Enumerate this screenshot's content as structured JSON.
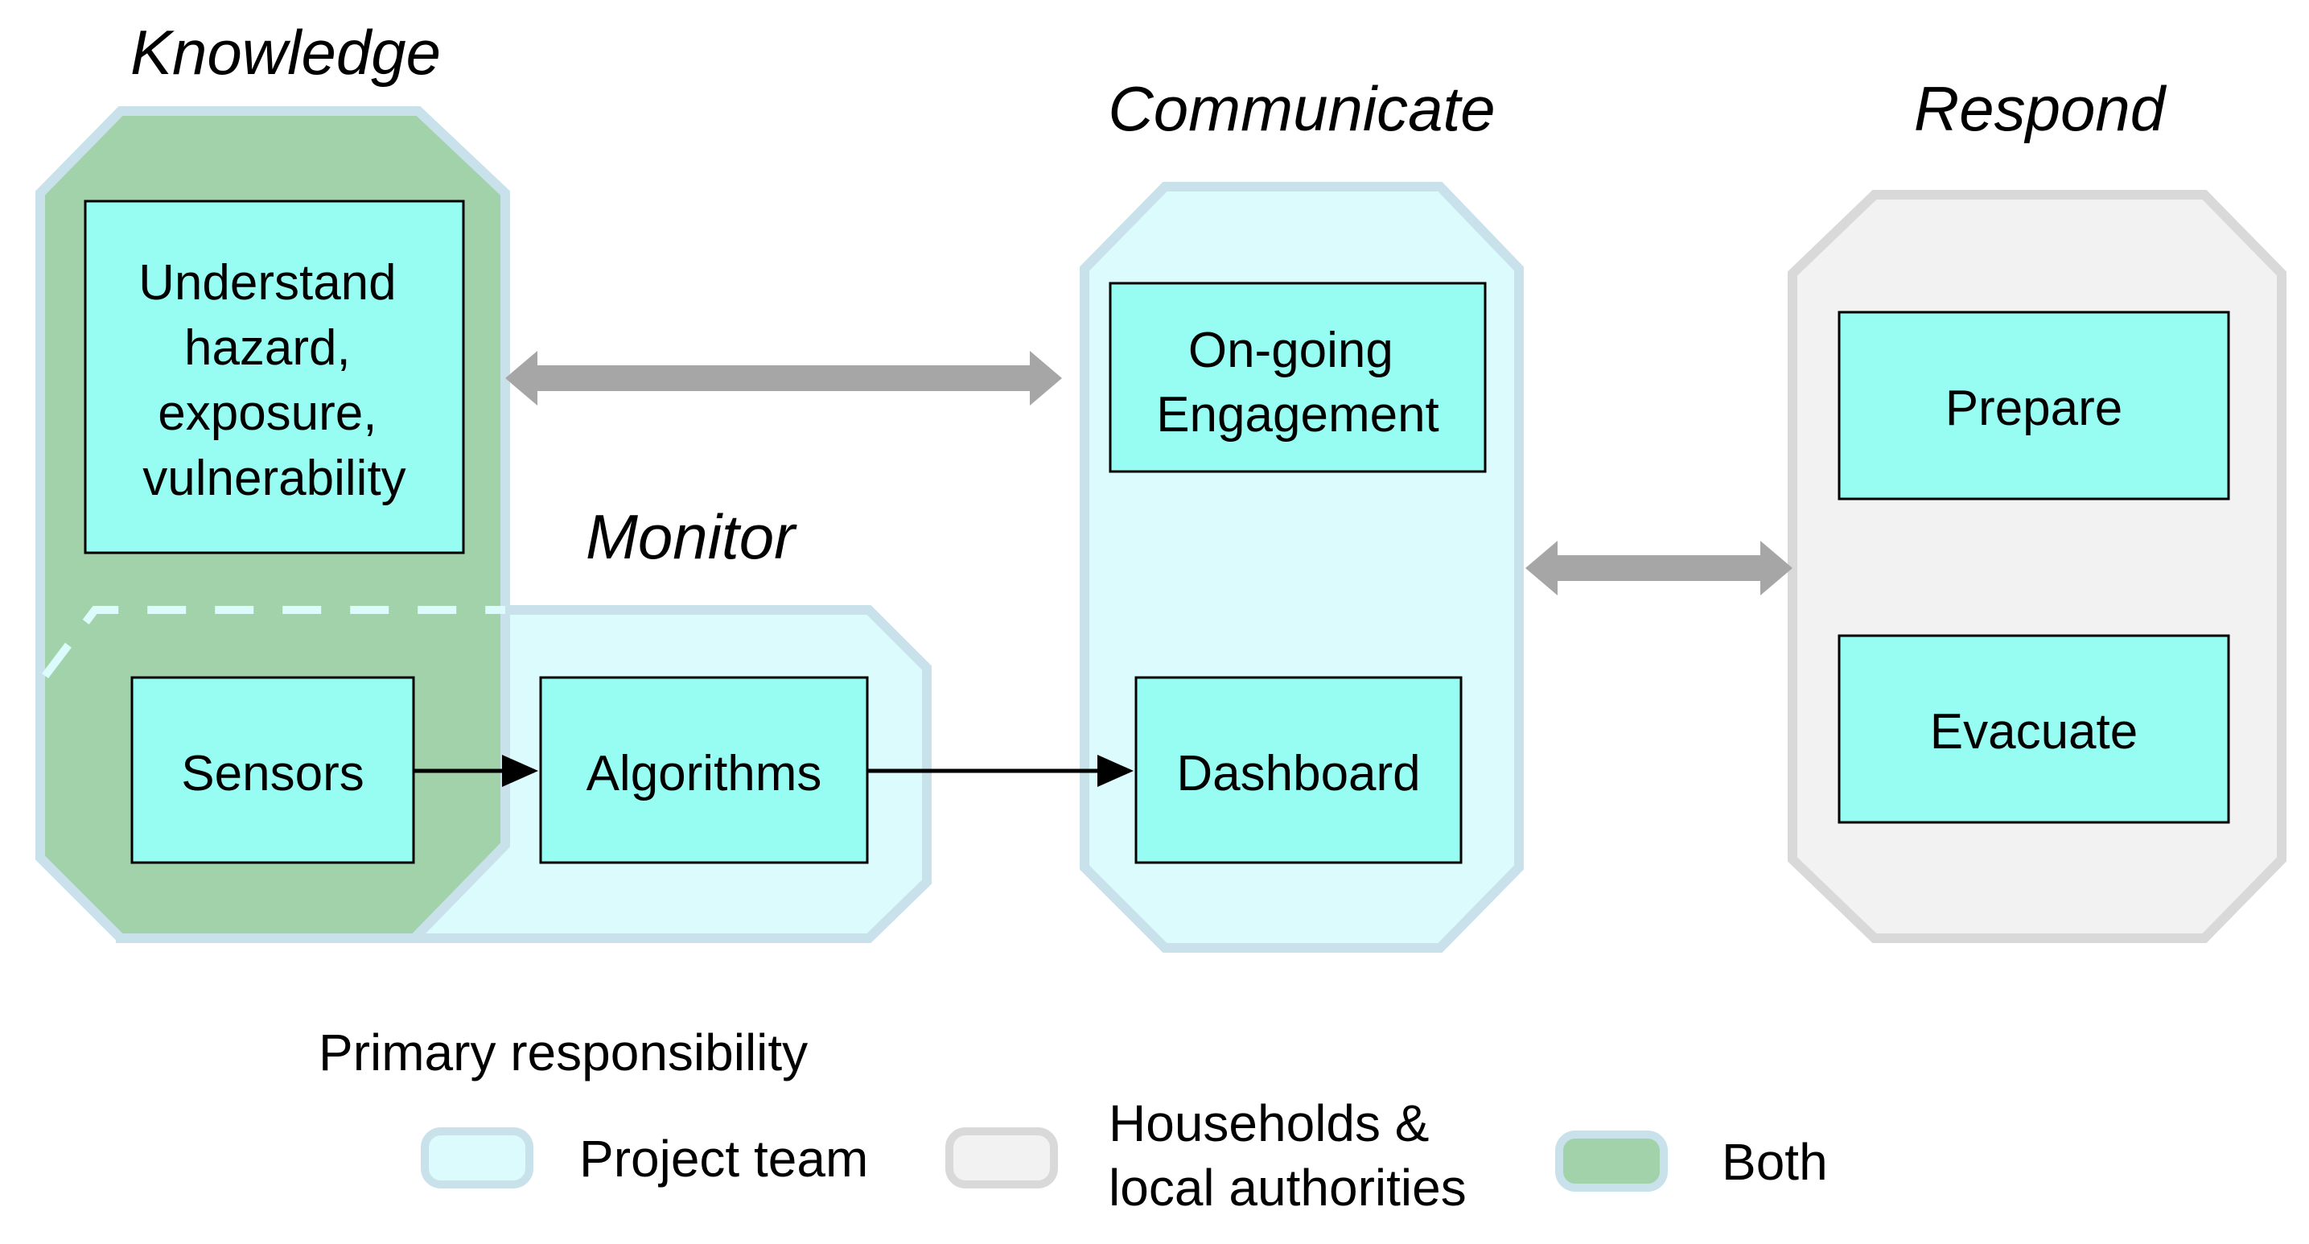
{
  "colors": {
    "project_team_fill": "#DBFBFD",
    "project_team_border": "#C8E1EA",
    "households_fill": "#F2F2F2",
    "households_border": "#D9D9D9",
    "both_fill": "#A2D2AA",
    "both_border": "#C8E1EA",
    "box_fill": "#97FCF1",
    "arrow_gray": "#A6A6A6",
    "arrow_black": "#000000"
  },
  "headings": {
    "knowledge": "Knowledge",
    "communicate": "Communicate",
    "respond": "Respond",
    "monitor": "Monitor"
  },
  "boxes": {
    "understand": [
      "Understand",
      "hazard,",
      "exposure,",
      "vulnerability"
    ],
    "ongoing": [
      "On-going",
      "Engagement"
    ],
    "prepare": "Prepare",
    "sensors": "Sensors",
    "algorithms": "Algorithms",
    "dashboard": "Dashboard",
    "evacuate": "Evacuate"
  },
  "legend": {
    "title": "Primary responsibility",
    "project_team": "Project team",
    "households": [
      "Households &",
      "local authorities"
    ],
    "both": "Both"
  }
}
